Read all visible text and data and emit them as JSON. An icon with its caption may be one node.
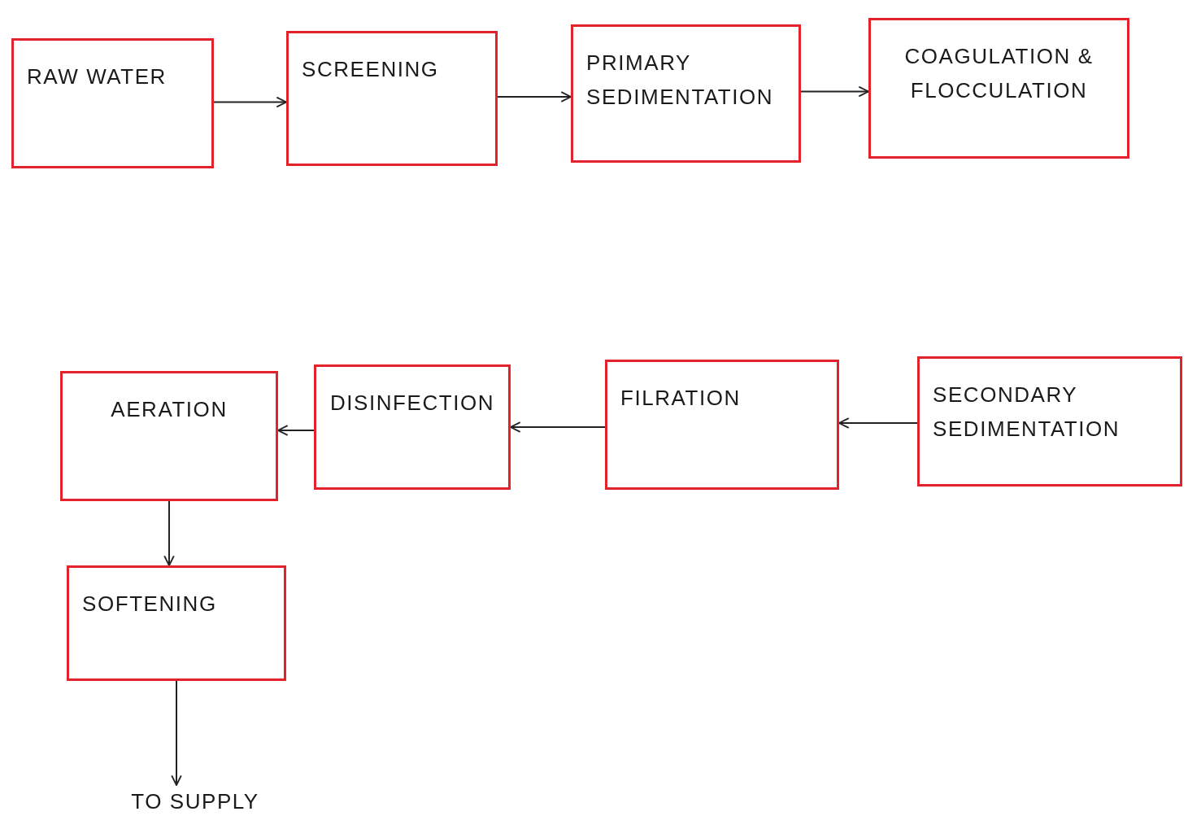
{
  "diagram": {
    "nodes": [
      {
        "text": [
          "RAW WATER"
        ]
      },
      {
        "text": [
          "SCREENING"
        ]
      },
      {
        "text": [
          "PRIMARY SEDIMENTATION"
        ]
      },
      {
        "text": [
          "COAGULATION & FLOCCULATION"
        ]
      },
      {
        "text": [
          "SECONDARY SEDIMENTATION"
        ]
      },
      {
        "text": [
          "FILRATION"
        ]
      },
      {
        "text": [
          "DISINFECTION"
        ]
      },
      {
        "text": [
          "AERATION"
        ]
      },
      {
        "text": [
          "SOFTENING"
        ]
      },
      {
        "text": [
          "TO SUPPLY"
        ]
      }
    ],
    "edges": [
      {
        "from": 0,
        "to": 1,
        "arrow": "to"
      },
      {
        "from": 1,
        "to": 2,
        "arrow": "to"
      },
      {
        "from": 2,
        "to": 3,
        "arrow": "to"
      },
      {
        "from": 4,
        "to": 5,
        "arrow": "to"
      },
      {
        "from": 5,
        "to": 6,
        "arrow": "to"
      },
      {
        "from": 6,
        "to": 7,
        "arrow": "to"
      },
      {
        "from": 7,
        "to": 8,
        "arrow": "to"
      },
      {
        "from": 8,
        "to": 9,
        "arrow": "to"
      }
    ]
  }
}
